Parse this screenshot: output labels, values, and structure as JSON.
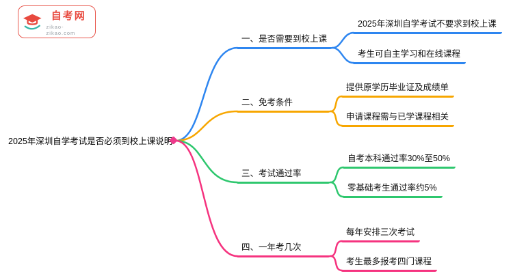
{
  "logo": {
    "title": "自考网",
    "subtitle": "zikao-zikao.com"
  },
  "root": {
    "label": "2025年深圳自学考试是否必须到校上课说明"
  },
  "branches": [
    {
      "label": "一、是否需要到校上课",
      "color": "#2e86f0",
      "children": [
        "2025年深圳自学考试不要求到校上课",
        "考生可自主学习和在线课程"
      ]
    },
    {
      "label": "二、免考条件",
      "color": "#f7a600",
      "children": [
        "提供原学历毕业证及成绩单",
        "申请课程需与已学课程相关"
      ]
    },
    {
      "label": "三、考试通过率",
      "color": "#2ec76e",
      "children": [
        "自考本科通过率30%至50%",
        "零基础考生通过率约5%"
      ]
    },
    {
      "label": "四、一年考几次",
      "color": "#f5337f",
      "children": [
        "每年安排三次考试",
        "考生最多报考四门课程"
      ]
    }
  ],
  "colors": {
    "blue": "#2e86f0",
    "orange": "#f7a600",
    "green": "#2ec76e",
    "pink": "#f5337f",
    "brand_red": "#e84a3f",
    "brand_teal": "#35b6a8"
  }
}
